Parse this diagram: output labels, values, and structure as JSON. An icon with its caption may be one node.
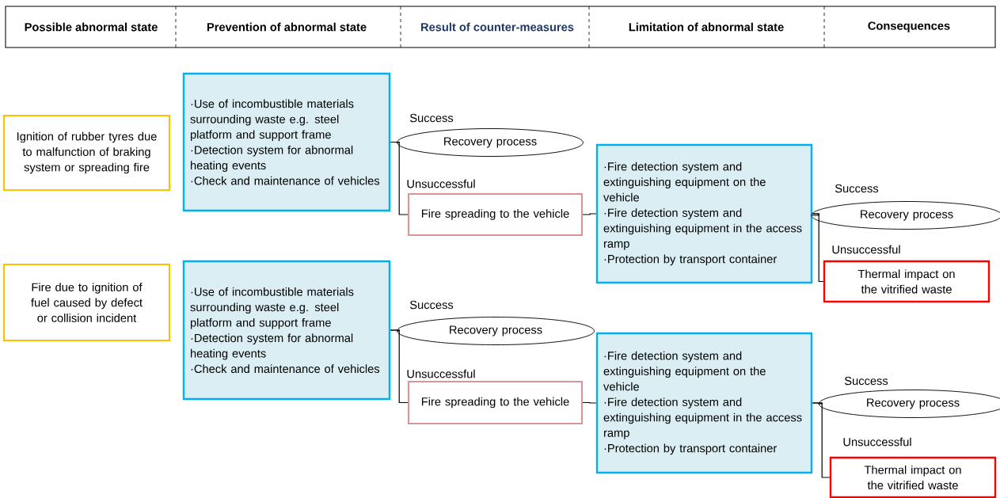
{
  "diagram": {
    "nodes": [
      {
        "text": [
          "Ignition of rubber tyres due to malfunction of braking system or spreading fire"
        ]
      },
      {
        "text": [
          "·Use of incombustible materials surrounding waste e.g. steel platform and support frame",
          "·Detection system for abnormal heating events",
          "·Check and maintenance of vehicles"
        ]
      },
      {
        "text": [
          "Recovery process"
        ]
      },
      {
        "text": [
          "Fire spreading to the vehicle"
        ]
      },
      {
        "text": [
          "·Fire detection system and extinguishing equipment on the vehicle",
          "·Fire detection system  and extinguishing equipment in the access ramp",
          "·Protection by transport container"
        ]
      },
      {
        "text": [
          "Recovery process"
        ]
      },
      {
        "text": [
          "Thermal impact on the vitrified waste"
        ]
      },
      {
        "text": [
          "Fire due to ignition of fuel caused by defect or collision incident"
        ]
      },
      {
        "text": [
          "·Use of incombustible materials surrounding waste e.g. steel platform and support frame",
          "·Detection system for abnormal heating events",
          "·Check and maintenance of vehicles"
        ]
      },
      {
        "text": [
          "Recovery process"
        ]
      },
      {
        "text": [
          "Fire spreading to the vehicle"
        ]
      },
      {
        "text": [
          "·Fire detection system and extinguishing equipment on the vehicle",
          "·Fire detection system  and extinguishing equipment in the access ramp",
          "·Protection by transport container"
        ]
      },
      {
        "text": [
          "Recovery process"
        ]
      },
      {
        "text": [
          "Thermal impact on the vitrified waste"
        ]
      }
    ],
    "edges": [
      {
        "from": 1,
        "to": 2,
        "arrow": "none",
        "label": "Success"
      },
      {
        "from": 1,
        "to": 3,
        "arrow": "none",
        "label": "Unsuccessful"
      },
      {
        "from": 3,
        "to": 4,
        "arrow": "none"
      },
      {
        "from": 4,
        "to": 5,
        "arrow": "none",
        "label": "Success"
      },
      {
        "from": 4,
        "to": 6,
        "arrow": "none",
        "label": "Unsuccessful"
      },
      {
        "from": 8,
        "to": 9,
        "arrow": "none",
        "label": "Success"
      },
      {
        "from": 8,
        "to": 10,
        "arrow": "none",
        "label": "Unsuccessful"
      },
      {
        "from": 10,
        "to": 11,
        "arrow": "none"
      },
      {
        "from": 11,
        "to": 12,
        "arrow": "none",
        "label": "Success"
      },
      {
        "from": 11,
        "to": 13,
        "arrow": "none",
        "label": "Unsuccessful"
      }
    ],
    "labels": [
      "Possible abnormal state",
      "Prevention of abnormal state",
      "Result of counter-measures",
      "Limitation of abnormal state",
      "Consequences"
    ]
  }
}
